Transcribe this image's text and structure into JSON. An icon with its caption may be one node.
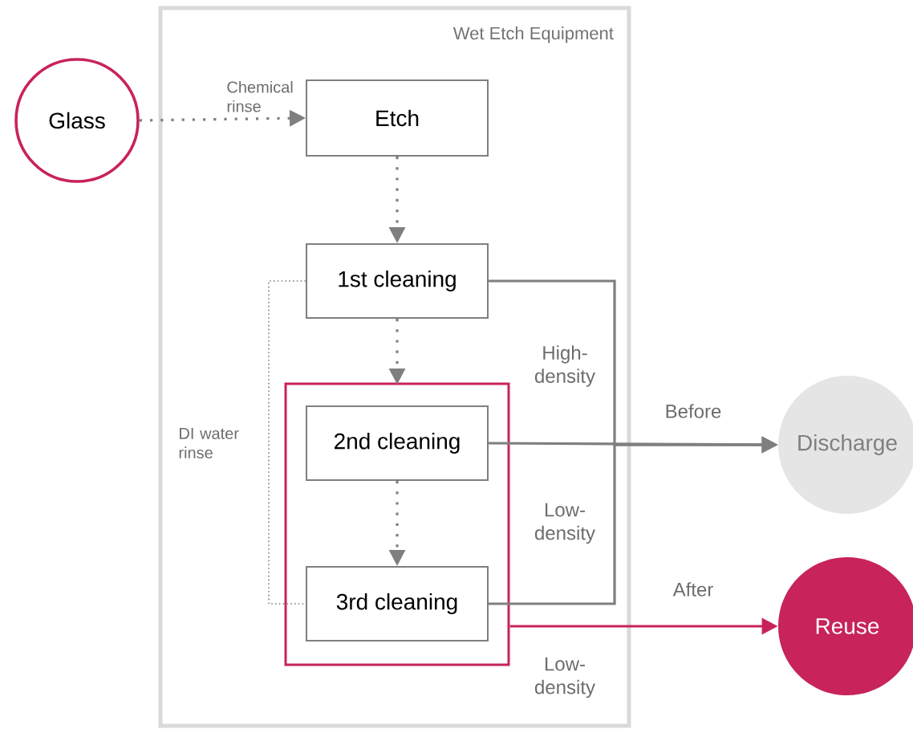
{
  "diagram": {
    "nodes": [
      {
        "text": [
          "Wet Etch Equipment"
        ]
      },
      {
        "text": [
          "Glass"
        ]
      },
      {
        "text": [
          "Etch"
        ],
        "in": 0
      },
      {
        "text": [
          "1st cleaning"
        ],
        "in": 0
      },
      {
        "text": [],
        "shape": "box",
        "in": 0
      },
      {
        "text": [
          "2nd cleaning"
        ],
        "in": 4
      },
      {
        "text": [
          "3rd cleaning"
        ],
        "in": 4
      },
      {
        "text": [
          "Discharge"
        ]
      },
      {
        "text": [
          "Reuse"
        ]
      }
    ],
    "edges": [
      {
        "from": 1,
        "to": 2,
        "arrow": "to",
        "style": "dashed",
        "label": "Chemical rinse"
      },
      {
        "from": 2,
        "to": 3,
        "arrow": "to",
        "style": "dashed"
      },
      {
        "from": 3,
        "to": 5,
        "arrow": "to",
        "style": "dashed"
      },
      {
        "from": 5,
        "to": 6,
        "arrow": "to",
        "style": "dashed"
      },
      {
        "from": 3,
        "to": 6,
        "arrow": "none",
        "style": "dashed",
        "label": "DI water rinse"
      },
      {
        "from": 3,
        "to": 7,
        "arrow": "to",
        "label": "High-density"
      },
      {
        "from": 6,
        "to": 7,
        "arrow": "to",
        "label": "Low-density"
      },
      {
        "from": 5,
        "to": 7,
        "arrow": "to",
        "label": "Before"
      },
      {
        "from": 4,
        "to": 8,
        "arrow": "to",
        "color": "#c8235a",
        "label": "After"
      }
    ],
    "labels": [
      "Low-density"
    ]
  }
}
